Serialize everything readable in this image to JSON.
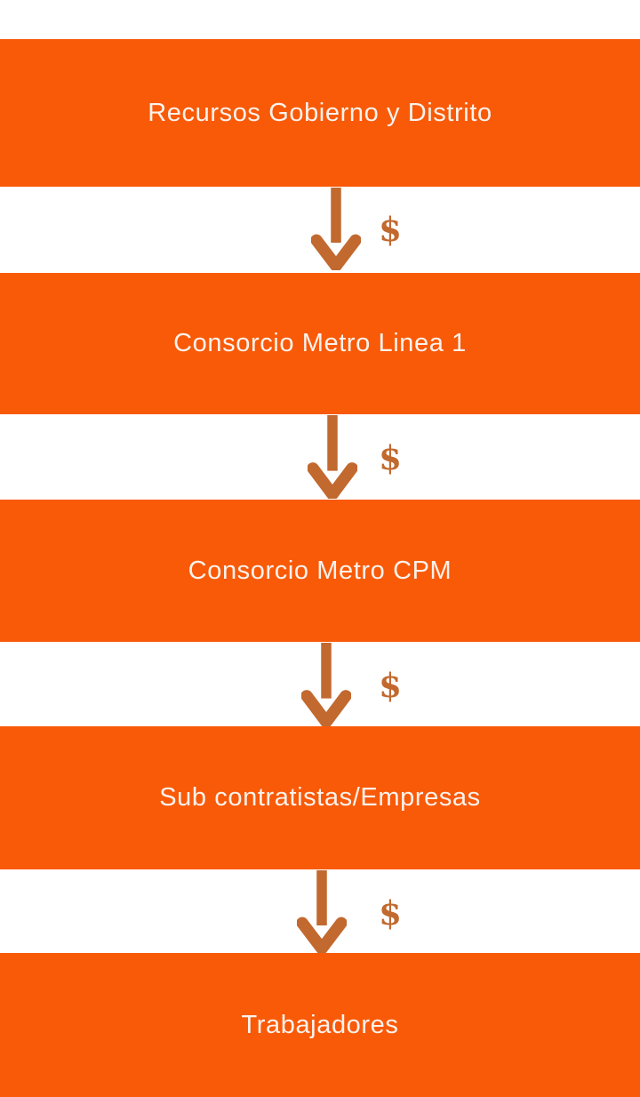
{
  "diagram": {
    "type": "vertical-flow",
    "description": "Money flow from government resources down to workers",
    "nodes": [
      {
        "label": "Recursos Gobierno y Distrito"
      },
      {
        "label": "Consorcio Metro Linea 1"
      },
      {
        "label": "Consorcio Metro CPM"
      },
      {
        "label": "Sub contratistas/Empresas"
      },
      {
        "label": "Trabajadores"
      }
    ],
    "connectors": [
      {
        "symbol": "$",
        "icon": "arrow-down-icon"
      },
      {
        "symbol": "$",
        "icon": "arrow-down-icon"
      },
      {
        "symbol": "$",
        "icon": "arrow-down-icon"
      },
      {
        "symbol": "$",
        "icon": "arrow-down-icon"
      }
    ],
    "colors": {
      "band": "#F85A08",
      "flow": "#C2692F",
      "label": "#FBF2EC",
      "background": "#FFFFFF"
    }
  }
}
